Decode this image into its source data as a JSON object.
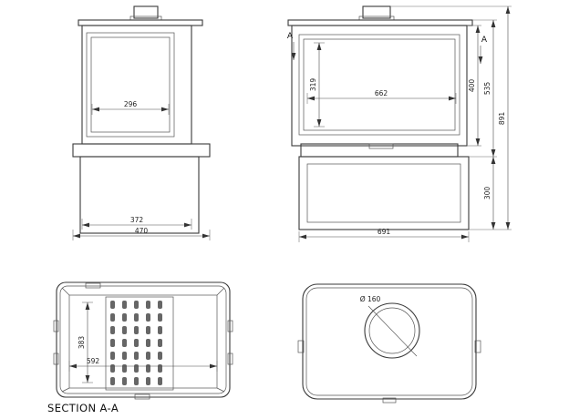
{
  "drawing": {
    "caption": "SECTION A-A",
    "section_marker": "A",
    "line_color": "#3a3a3a",
    "dim_color": "#4a4a4a",
    "background_color": "#ffffff"
  },
  "dims": {
    "side": {
      "glass_depth": "296",
      "body_depth": "372",
      "base_depth": "470"
    },
    "front": {
      "glass_height": "319",
      "glass_width": "662",
      "firebox_height": "400",
      "body_height": "535",
      "total_height": "891",
      "base_height": "300",
      "base_width": "691"
    },
    "section": {
      "inner_depth": "383",
      "inner_width": "592"
    },
    "top": {
      "flue_diameter": "Ø 160"
    }
  }
}
